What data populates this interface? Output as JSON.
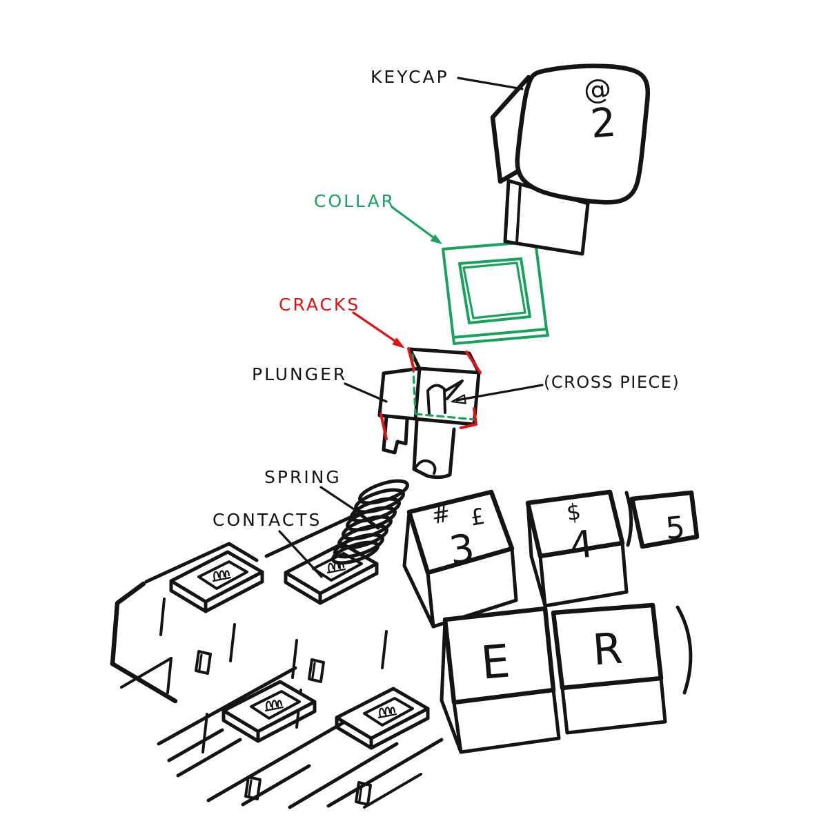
{
  "diagram": {
    "labels": {
      "keycap": "KEYCAP",
      "collar": "COLLAR",
      "cracks": "CRACKS",
      "plunger": "PLUNGER",
      "cross_piece": "(CROSS PIECE)",
      "spring": "SPRING",
      "contacts": "CONTACTS"
    },
    "key_legends": {
      "keycap_shift": "@",
      "keycap_main": "2",
      "key3_shift": "#",
      "key3_alt": "£",
      "key3_main": "3",
      "key4_shift": "$",
      "key4_main": "4",
      "key5_main": "5",
      "keyE_main": "E",
      "keyR_main": "R"
    },
    "colors": {
      "ink": "#141414",
      "collar_green": "#17a35b",
      "cracks_red": "#e11212",
      "background": "#ffffff"
    }
  }
}
